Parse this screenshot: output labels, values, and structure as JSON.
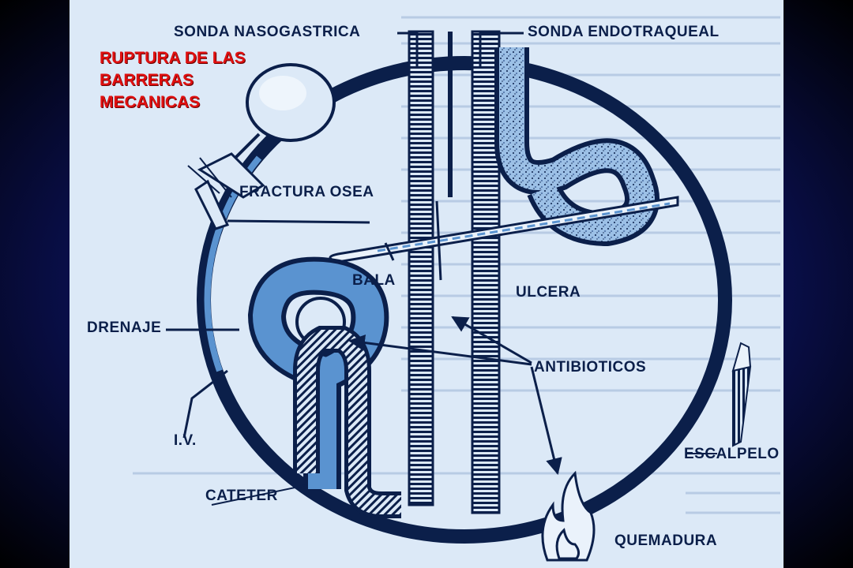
{
  "title_lines": [
    "RUPTURA DE LAS",
    "BARRERAS",
    "MECANICAS"
  ],
  "labels": {
    "sonda_nasogastrica": "SONDA NASOGASTRICA",
    "sonda_endotraqueal": "SONDA ENDOTRAQUEAL",
    "fractura_osea": "FRACTURA OSEA",
    "bala": "BALA",
    "ulcera": "ULCERA",
    "drenaje": "DRENAJE",
    "antibioticos": "ANTIBIOTICOS",
    "iv": "I.V.",
    "escalpelo": "ESCALPELO",
    "cateter": "CATETER",
    "quemadura": "QUEMADURA"
  },
  "colors": {
    "slide_background": "#dce9f7",
    "outer_background": "#0a1050",
    "title": "#e01010",
    "line": "#0b1f4a",
    "tube_fill": "#5a93d0",
    "speckle_fill": "#9cc0e6"
  }
}
